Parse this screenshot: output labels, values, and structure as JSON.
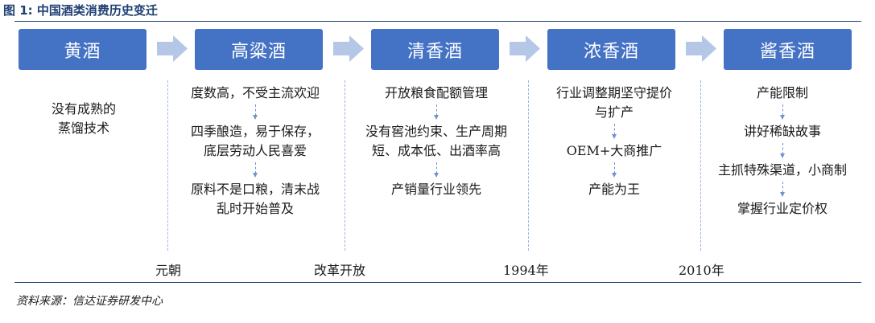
{
  "title": "图 1:  中国酒类消费历史变迁",
  "source": "资料来源：信达证券研发中心",
  "stages": [
    {
      "label": "黄酒",
      "items": [
        "没有成熟的|蒸馏技术"
      ]
    },
    {
      "label": "高粱酒",
      "items": [
        "度数高，不受主流欢迎",
        "四季酿造，易于保存，|底层劳动人民喜爱",
        "原料不是口粮，清末战|乱时开始普及"
      ]
    },
    {
      "label": "清香酒",
      "items": [
        "开放粮食配额管理",
        "没有窖池约束、生产周期|短、成本低、出酒率高",
        "产销量行业领先"
      ]
    },
    {
      "label": "浓香酒",
      "items": [
        "行业调整期坚守提价|与扩产",
        "OEM+大商推广",
        "产能为王"
      ]
    },
    {
      "label": "酱香酒",
      "items": [
        "产能限制",
        "讲好稀缺故事",
        "主抓特殊渠道，小商制",
        "掌握行业定价权"
      ]
    }
  ],
  "eras": [
    "元朝",
    "改革开放",
    "1994年",
    "2010年"
  ]
}
